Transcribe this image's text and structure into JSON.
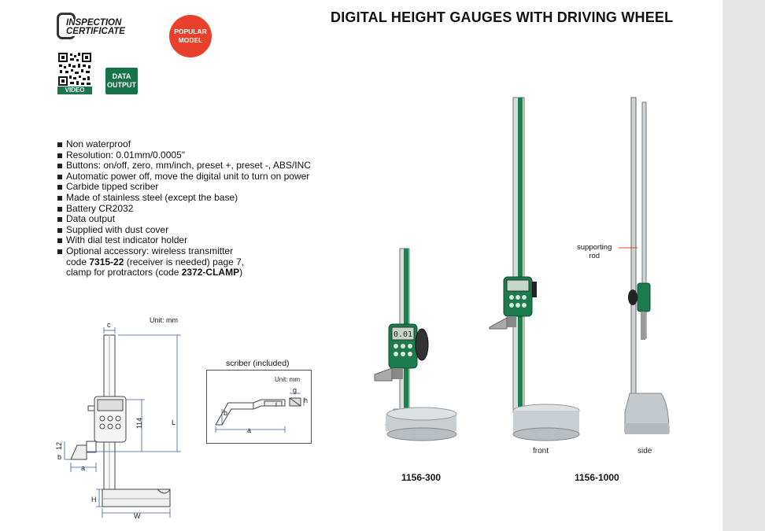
{
  "header": {
    "title": "DIGITAL HEIGHT GAUGES WITH DRIVING WHEEL"
  },
  "badges": {
    "inspection_line1": "INSPECTION",
    "inspection_line2": "CERTIFICATE",
    "popular_line1": "POPULAR",
    "popular_line2": "MODEL",
    "video_label": "VIDEO",
    "data_output_line1": "DATA",
    "data_output_line2": "OUTPUT",
    "accent_green": "#17734a",
    "accent_red": "#e8402a"
  },
  "features": [
    "Non waterproof",
    "Resolution: 0.01mm/0.0005\"",
    "Buttons: on/off, zero, mm/inch, preset +, preset -, ABS/INC",
    "Automatic power off, move the digital unit to turn on power",
    "Carbide tipped scriber",
    "Made of stainless steel (except the base)",
    "Battery CR2032",
    "Data output",
    "Supplied with dust cover",
    "With dial test indicator holder",
    "Optional accessory: wireless transmitter"
  ],
  "accessory": {
    "line2_pre": "code ",
    "line2_code": "7315-22",
    "line2_post": " (receiver is needed) page 7,",
    "line3_pre": "clamp for protractors (code ",
    "line3_code": "2372-CLAMP",
    "line3_post": ")"
  },
  "drawing": {
    "unit": "Unit: mm",
    "dim_c": "c",
    "dim_L": "L",
    "dim_114": "114",
    "dim_12": "12",
    "dim_b": "b",
    "dim_a": "a",
    "dim_H": "H",
    "dim_W": "W"
  },
  "scriber": {
    "title": "scriber (included)",
    "unit": "Unit: mm",
    "dim_b": "b",
    "dim_a": "a",
    "dim_g": "g",
    "dim_h": "h",
    "dim_f": "f"
  },
  "products": {
    "model_left": "1156-300",
    "model_right": "1156-1000",
    "front_caption": "front",
    "side_caption": "side",
    "supporting_line1": "supporting",
    "supporting_line2": "rod",
    "display_reading": "0.01"
  }
}
